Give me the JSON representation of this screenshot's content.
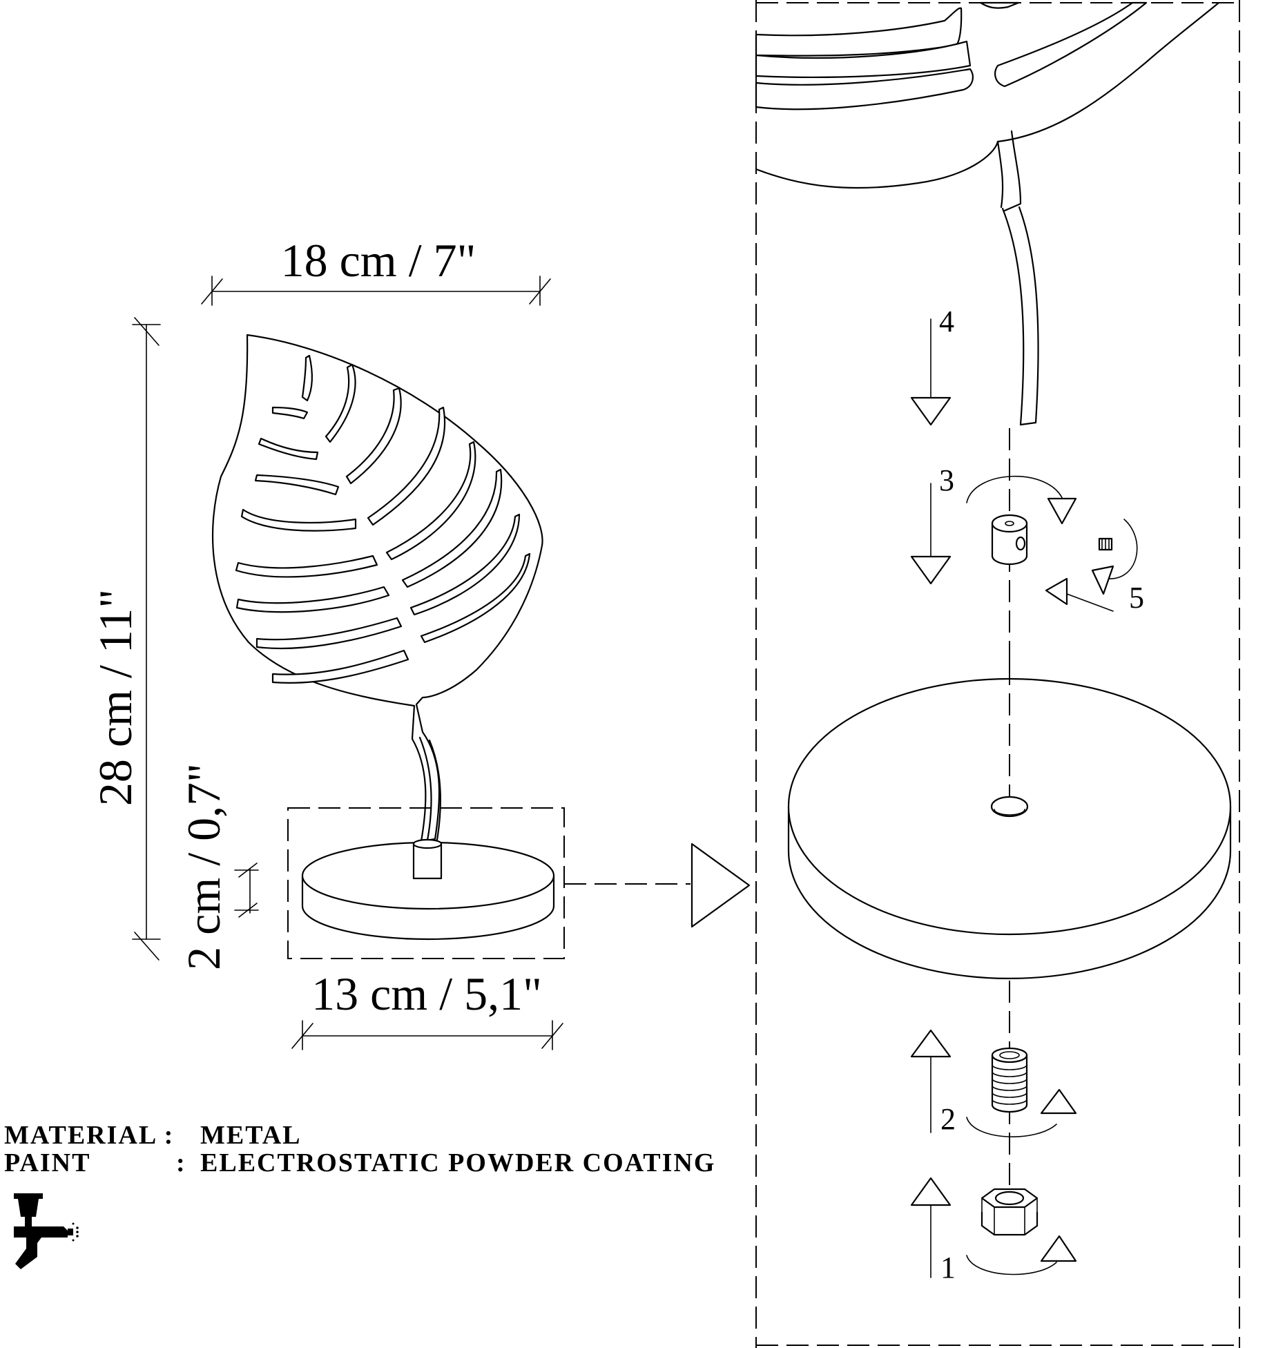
{
  "dimensions": {
    "width": "18 cm / 7\"",
    "height": "28 cm / 11\"",
    "base_diameter": "13 cm / 5,1\"",
    "base_thickness": "2 cm / 0,7\""
  },
  "steps": [
    "1",
    "2",
    "3",
    "4",
    "5"
  ],
  "specs": {
    "material_label": "MATERIAL :",
    "material_value": "METAL",
    "paint_label": "PAINT",
    "paint_colon": ":",
    "paint_value": "ELECTROSTATIC POWDER COATING"
  },
  "icons": {
    "paint": "spray-gun-icon",
    "flow": "arrow-right-icon",
    "rotate": "rotate-arrow-icon"
  }
}
